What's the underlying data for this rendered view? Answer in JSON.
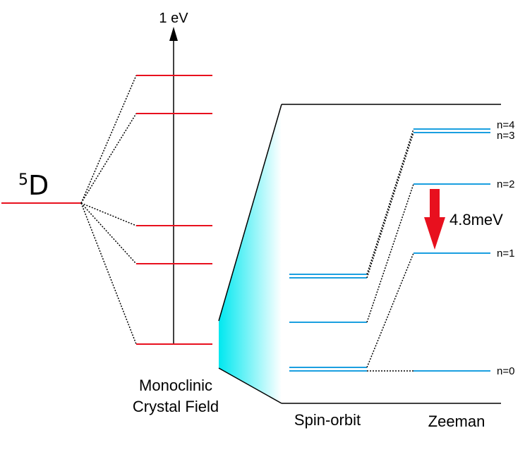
{
  "scale_label": "1 eV",
  "term": {
    "superscript": "5",
    "symbol": "D"
  },
  "sections": {
    "crystal_field_line1": "Monoclinic",
    "crystal_field_line2": "Crystal Field",
    "spin_orbit": "Spin-orbit",
    "zeeman": "Zeeman"
  },
  "levels": {
    "n4": "n=4",
    "n3": "n=3",
    "n2": "n=2",
    "n1": "n=1",
    "n0": "n=0"
  },
  "gap_label": "4.8meV",
  "colors": {
    "crystal_field_levels": "#e8101e",
    "spin_orbit_levels": "#1a9fe0",
    "arrow": "#e8101e",
    "zoom_fill": "#00e8f0"
  }
}
